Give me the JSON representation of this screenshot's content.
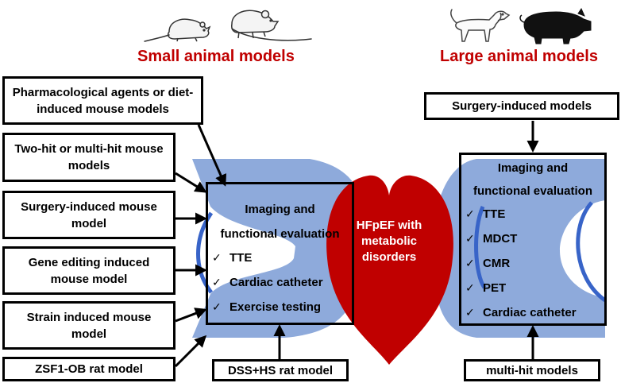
{
  "headers": {
    "small": "Small animal models",
    "large": "Large animal models"
  },
  "left_models": [
    "Pharmacological agents or diet-induced mouse models",
    "Two-hit or multi-hit mouse models",
    "Surgery-induced mouse model",
    "Gene editing induced mouse model",
    "Strain induced mouse model",
    "ZSF1-OB rat model"
  ],
  "left_bottom": "DSS+HS rat model",
  "right_top": "Surgery-induced models",
  "right_bottom": "multi-hit models",
  "center": {
    "line1": "HFpEF with",
    "line2": "metabolic",
    "line3": "disorders"
  },
  "left_panel": {
    "title1": "Imaging and",
    "title2": "functional evaluation",
    "items": [
      "TTE",
      "Cardiac catheter",
      "Exercise testing"
    ]
  },
  "right_panel": {
    "title1": "Imaging and",
    "title2": "functional evaluation",
    "items": [
      "TTE",
      "MDCT",
      "CMR",
      "PET",
      "Cardiac catheter"
    ]
  },
  "check_mark": "✓",
  "colors": {
    "band": "#8eaadb",
    "heart": "#c00000",
    "header": "#c00000"
  },
  "icons": [
    "rat-icon",
    "mouse-icon",
    "dog-icon",
    "pig-icon"
  ]
}
